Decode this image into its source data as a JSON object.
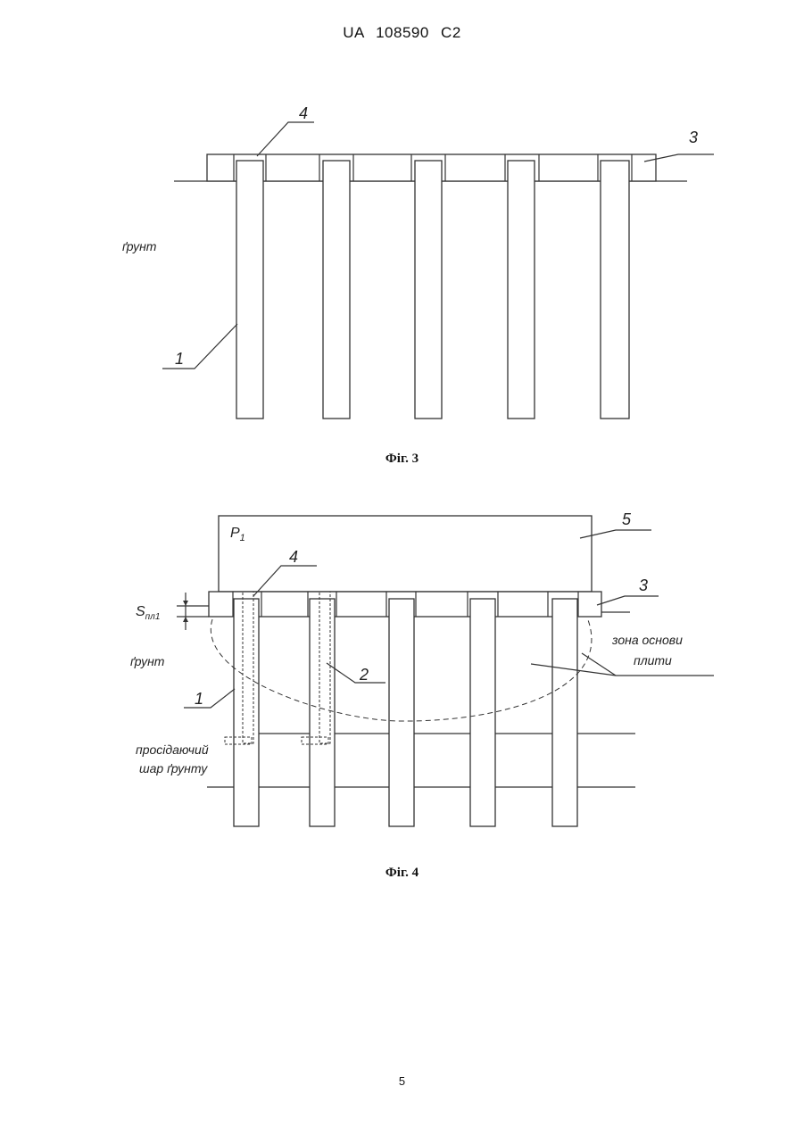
{
  "header": {
    "patent_id": "UA   108590   C2"
  },
  "fig3": {
    "caption": "Фіг. 3",
    "labels": {
      "soil": "ґрунт",
      "pile": "1",
      "gasket": "4",
      "slab": "3"
    }
  },
  "fig4": {
    "caption": "Фіг. 4",
    "labels": {
      "load": "P",
      "load_sub": "1",
      "load_block": "5",
      "gasket": "4",
      "slab": "3",
      "settlement": "S",
      "settlement_sub": "пл1",
      "soil": "ґрунт",
      "pile": "1",
      "sleeve": "2",
      "zone_line1": "зона основи",
      "zone_line2": "плити",
      "layer_line1": "просідаючий",
      "layer_line2": "шар ґрунту"
    }
  },
  "page_number": "5"
}
